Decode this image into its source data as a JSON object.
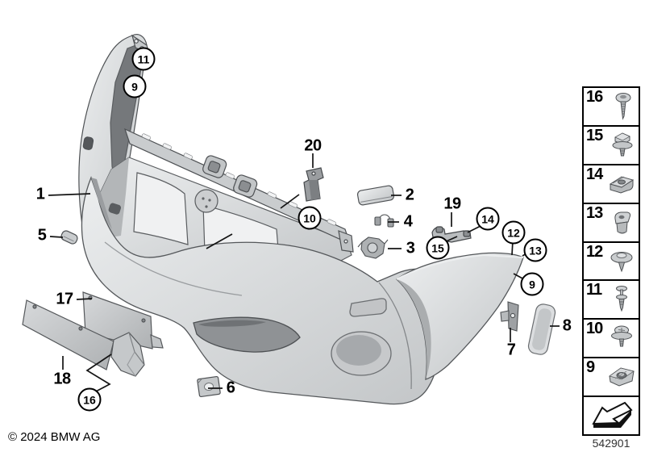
{
  "footer": {
    "copyright": "© 2024 BMW AG",
    "diagram_number": "542901"
  },
  "callouts": {
    "plain": [
      {
        "label": "1"
      },
      {
        "label": "5"
      },
      {
        "label": "17"
      },
      {
        "label": "18"
      },
      {
        "label": "20"
      },
      {
        "label": "2"
      },
      {
        "label": "4"
      },
      {
        "label": "3"
      },
      {
        "label": "19"
      },
      {
        "label": "6"
      },
      {
        "label": "7"
      },
      {
        "label": "8"
      }
    ],
    "circled": [
      {
        "label": "11"
      },
      {
        "label": "9"
      },
      {
        "label": "10"
      },
      {
        "label": "15"
      },
      {
        "label": "14"
      },
      {
        "label": "12"
      },
      {
        "label": "13"
      },
      {
        "label": "9"
      },
      {
        "label": "16"
      }
    ]
  },
  "legend": {
    "items": [
      {
        "label": "16",
        "icon": "torx-screw-icon"
      },
      {
        "label": "15",
        "icon": "hex-bolt-washer-icon"
      },
      {
        "label": "14",
        "icon": "speed-nut-clip-icon"
      },
      {
        "label": "13",
        "icon": "expanding-grommet-icon"
      },
      {
        "label": "12",
        "icon": "washer-rivet-icon"
      },
      {
        "label": "11",
        "icon": "expansion-rivet-icon"
      },
      {
        "label": "10",
        "icon": "screw-with-washer-icon"
      },
      {
        "label": "9",
        "icon": "cage-nut-icon"
      }
    ],
    "arrow_icon": "direction-of-travel-arrow-icon"
  },
  "colors": {
    "background": "#ffffff",
    "part_light": "#e6e8ea",
    "part_mid": "#c5c8ca",
    "part_dark": "#8b8e91",
    "outline": "#4e5154",
    "callout": "#000000"
  }
}
